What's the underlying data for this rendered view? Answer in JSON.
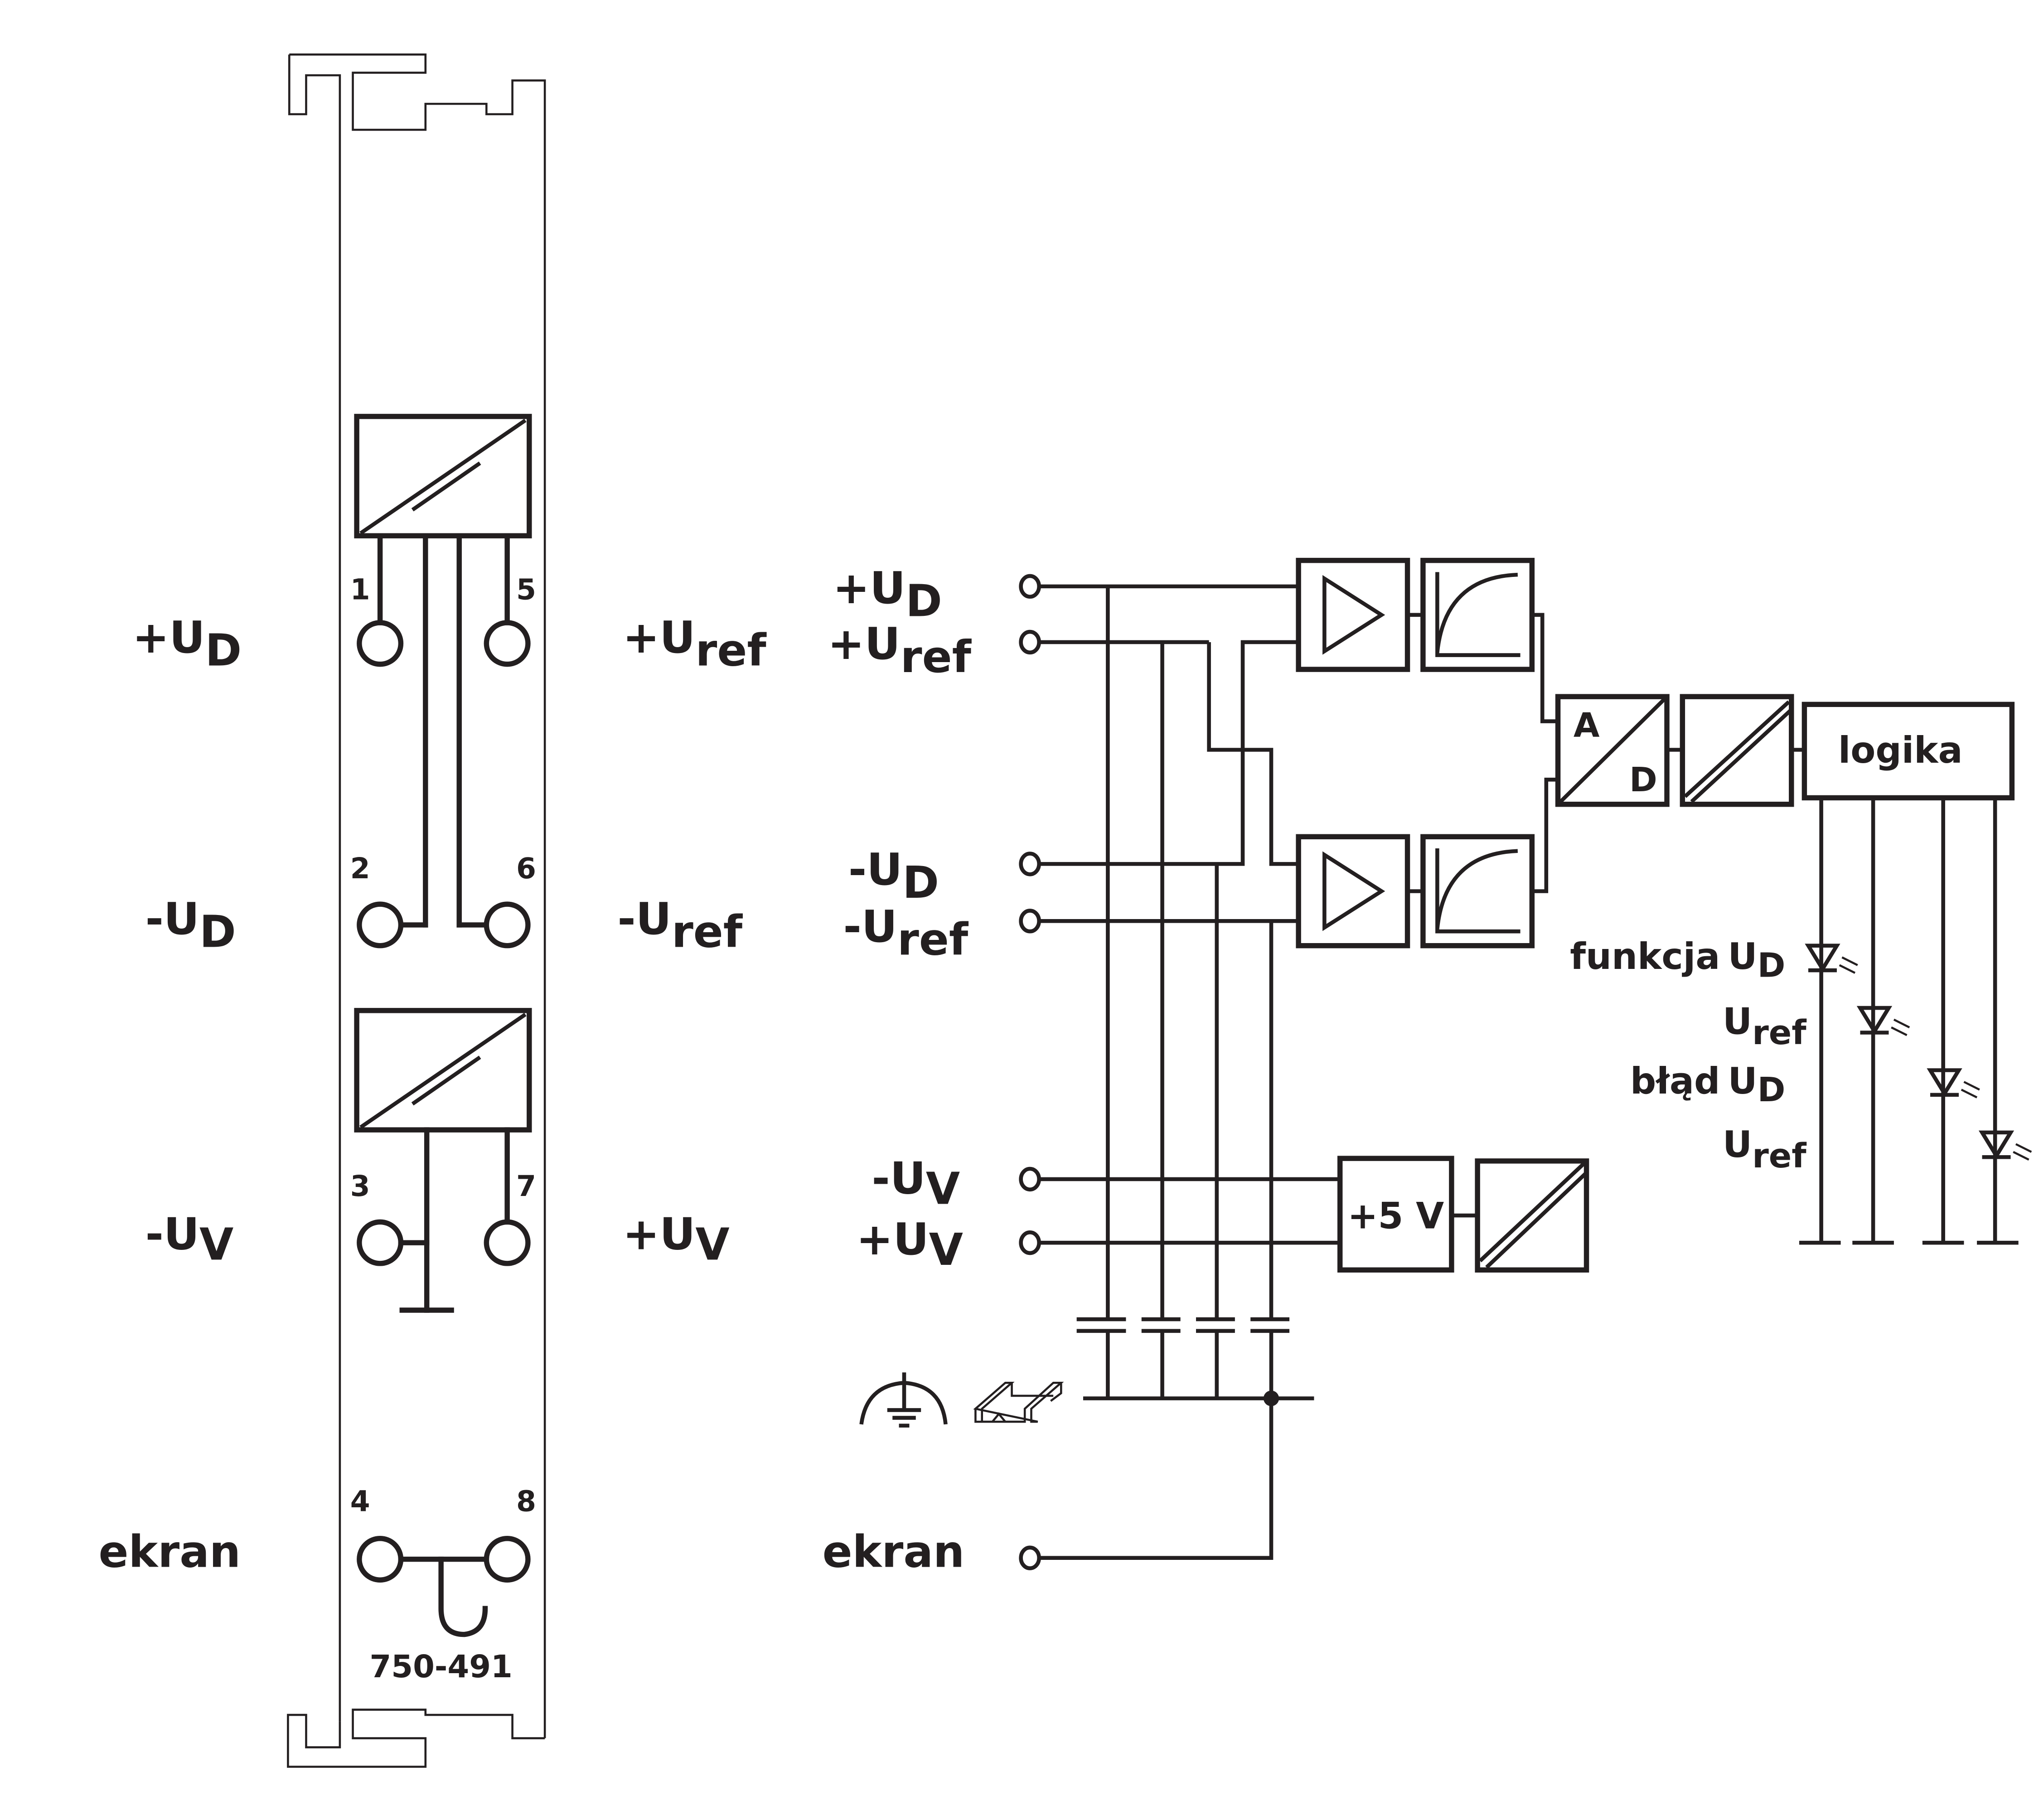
{
  "module": {
    "part_number": "750-491",
    "terminals": [
      {
        "number": "1",
        "label": "+U",
        "sub": "D"
      },
      {
        "number": "5",
        "label": "+U",
        "sub": "ref"
      },
      {
        "number": "2",
        "label": "-U",
        "sub": "D"
      },
      {
        "number": "6",
        "label": "-U",
        "sub": "ref"
      },
      {
        "number": "3",
        "label": "-U",
        "sub": "V"
      },
      {
        "number": "7",
        "label": "+U",
        "sub": "V"
      },
      {
        "number": "4",
        "label": "ekran",
        "sub": ""
      },
      {
        "number": "8",
        "label": "",
        "sub": ""
      }
    ]
  },
  "schematic": {
    "inputs": [
      {
        "label": "+U",
        "sub": "D"
      },
      {
        "label": "+U",
        "sub": "ref"
      },
      {
        "label": "-U",
        "sub": "D"
      },
      {
        "label": "-U",
        "sub": "ref"
      },
      {
        "label": "-U",
        "sub": "V"
      },
      {
        "label": "+U",
        "sub": "V"
      },
      {
        "label": "ekran",
        "sub": ""
      }
    ],
    "blocks": {
      "ad_top": "A",
      "ad_bottom": "D",
      "logic": "logika",
      "supply": "+5 V"
    },
    "leds": [
      {
        "prefix": "funkcja",
        "label": "U",
        "sub": "D"
      },
      {
        "prefix": "",
        "label": "U",
        "sub": "ref"
      },
      {
        "prefix": "błąd",
        "label": "U",
        "sub": "D"
      },
      {
        "prefix": "",
        "label": "U",
        "sub": "ref"
      }
    ],
    "symbols": [
      "amplifier-icon",
      "lowpass-filter-icon",
      "ad-converter-icon",
      "isolator-icon",
      "ground-icon",
      "din-rail-icon",
      "capacitor-icon",
      "led-icon"
    ]
  }
}
